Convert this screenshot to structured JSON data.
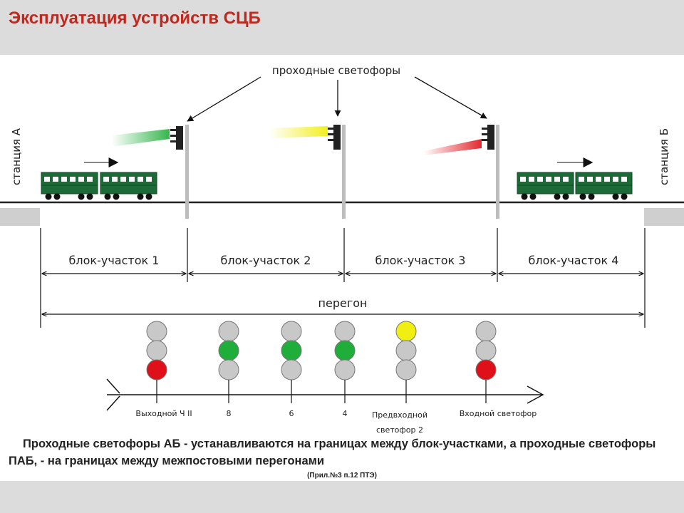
{
  "header": {
    "title": "Эксплуатация устройств СЦБ"
  },
  "diagram": {
    "signals_callout": "проходные светофоры",
    "station_a": "станция А",
    "station_b": "станция Б",
    "blocks": [
      "блок-участок 1",
      "блок-участок 2",
      "блок-участок 3",
      "блок-участок 4"
    ],
    "haul": "перегон",
    "top_signal_colors": [
      "green",
      "yellow",
      "red"
    ],
    "colors": {
      "green": "#1fae3a",
      "yellow": "#f1ee14",
      "red": "#e0101a",
      "off": "#c8c8c8",
      "car": "#1c6b37",
      "title": "#c0281e"
    }
  },
  "signal_panel": {
    "signals": [
      {
        "label": "Выходной Ч II",
        "lamps": [
          "off",
          "off",
          "red"
        ]
      },
      {
        "label": "8",
        "lamps": [
          "off",
          "green",
          "off"
        ]
      },
      {
        "label": "6",
        "lamps": [
          "off",
          "green",
          "off"
        ]
      },
      {
        "label": "4",
        "lamps": [
          "off",
          "green",
          "off"
        ]
      },
      {
        "label": [
          "Предвходной",
          "светофор 2"
        ],
        "lamps": [
          "yellow",
          "off",
          "off"
        ]
      },
      {
        "label": "Входной светофор",
        "lamps": [
          "off",
          "off",
          "red"
        ]
      }
    ]
  },
  "caption": "Проходные светофоры АБ - устанавливаются на границах между блок-участками, а проходные светофоры ПАБ, - на границах между межпостовыми перегонами",
  "reference": "(Прил.№3 п.12  ПТЭ)"
}
